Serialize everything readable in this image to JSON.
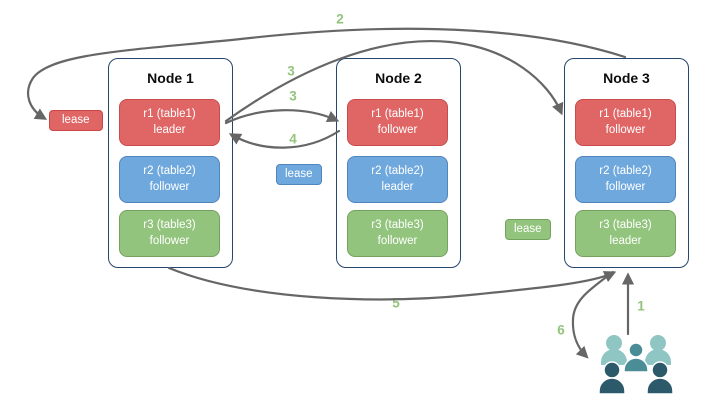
{
  "nodes": [
    {
      "title": "Node 1",
      "replicas": [
        {
          "label": "r1 (table1)",
          "role": "leader",
          "color": "#E06666"
        },
        {
          "label": "r2 (table2)",
          "role": "follower",
          "color": "#6FA8DC"
        },
        {
          "label": "r3 (table3)",
          "role": "follower",
          "color": "#93C47D"
        }
      ]
    },
    {
      "title": "Node 2",
      "replicas": [
        {
          "label": "r1 (table1)",
          "role": "follower",
          "color": "#E06666"
        },
        {
          "label": "r2 (table2)",
          "role": "leader",
          "color": "#6FA8DC"
        },
        {
          "label": "r3 (table3)",
          "role": "follower",
          "color": "#93C47D"
        }
      ]
    },
    {
      "title": "Node 3",
      "replicas": [
        {
          "label": "r1 (table1)",
          "role": "follower",
          "color": "#E06666"
        },
        {
          "label": "r2 (table2)",
          "role": "follower",
          "color": "#6FA8DC"
        },
        {
          "label": "r3 (table3)",
          "role": "leader",
          "color": "#93C47D"
        }
      ]
    }
  ],
  "leases": [
    {
      "label": "lease",
      "color": "#E06666"
    },
    {
      "label": "lease",
      "color": "#6FA8DC"
    },
    {
      "label": "lease",
      "color": "#93C47D"
    }
  ],
  "step_labels": [
    "1",
    "2",
    "3",
    "3",
    "4",
    "5",
    "6"
  ],
  "icons": {
    "clients": "users-group-icon"
  },
  "colors": {
    "range_r1": "#E06666",
    "range_r2": "#6FA8DC",
    "range_r3": "#93C47D",
    "node_border": "#26466D",
    "arrow": "#666666",
    "step_label": "#93C47D",
    "clients_light": "#8FC6C4",
    "clients_medium": "#4A8D96",
    "clients_dark": "#2C5A6B"
  }
}
